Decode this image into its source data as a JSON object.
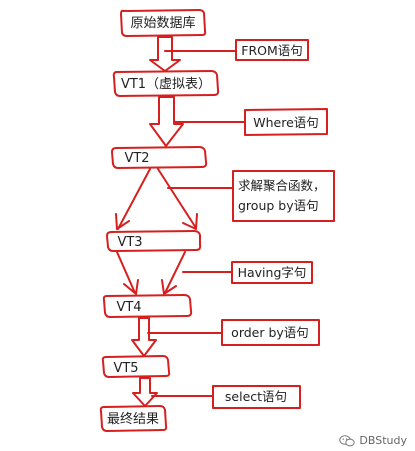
{
  "nodes": {
    "source": "原始数据库",
    "vt1": "VT1（虚拟表）",
    "vt2": "VT2",
    "vt3": "VT3",
    "vt4": "VT4",
    "vt5": "VT5",
    "result": "最终结果"
  },
  "labels": {
    "from": "FROM语句",
    "where": "Where语句",
    "aggregate_line1": "求解聚合函数，",
    "aggregate_line2": "group by语句",
    "having": "Having字句",
    "order_by": "order by语句",
    "select": "select语句"
  },
  "watermark": {
    "text": "DBStudy",
    "icon": "wechat-icon"
  },
  "colors": {
    "stroke": "#d62020",
    "text": "#222222"
  }
}
